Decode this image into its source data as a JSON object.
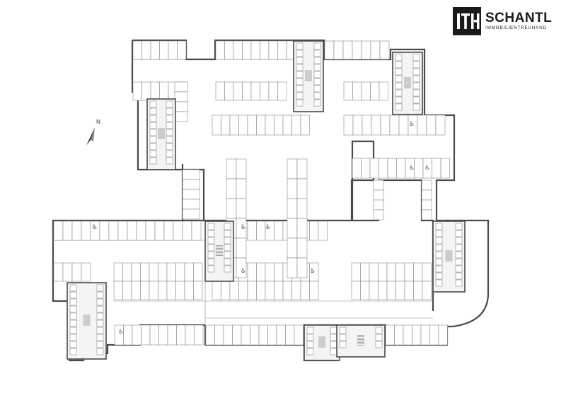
{
  "brand": {
    "name": "SCHANTL",
    "tagline": "IMMOBILIENTREUHAND",
    "mark": "ITH"
  },
  "plan": {
    "north": "N",
    "icons": [
      "logo-icon",
      "north-arrow-icon",
      "wheelchair-icon",
      "stair-icon",
      "elevator-icon"
    ]
  }
}
